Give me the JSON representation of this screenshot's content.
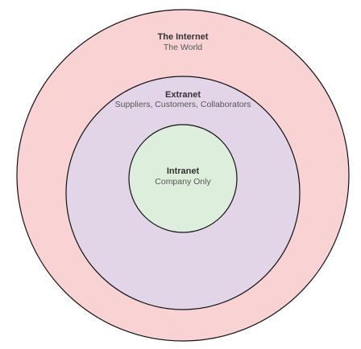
{
  "colors": {
    "outline": "#111111",
    "internet_fill": "#f9d3d4",
    "extranet_fill": "#e2d5e8",
    "intranet_fill": "#ddeedd",
    "title_text": "#333333",
    "sub_text": "#555555"
  },
  "rings": {
    "internet": {
      "title": "The Internet",
      "subtitle": "The World"
    },
    "extranet": {
      "title": "Extranet",
      "subtitle": "Suppliers, Customers, Collaborators"
    },
    "intranet": {
      "title": "Intranet",
      "subtitle": "Company Only"
    }
  }
}
